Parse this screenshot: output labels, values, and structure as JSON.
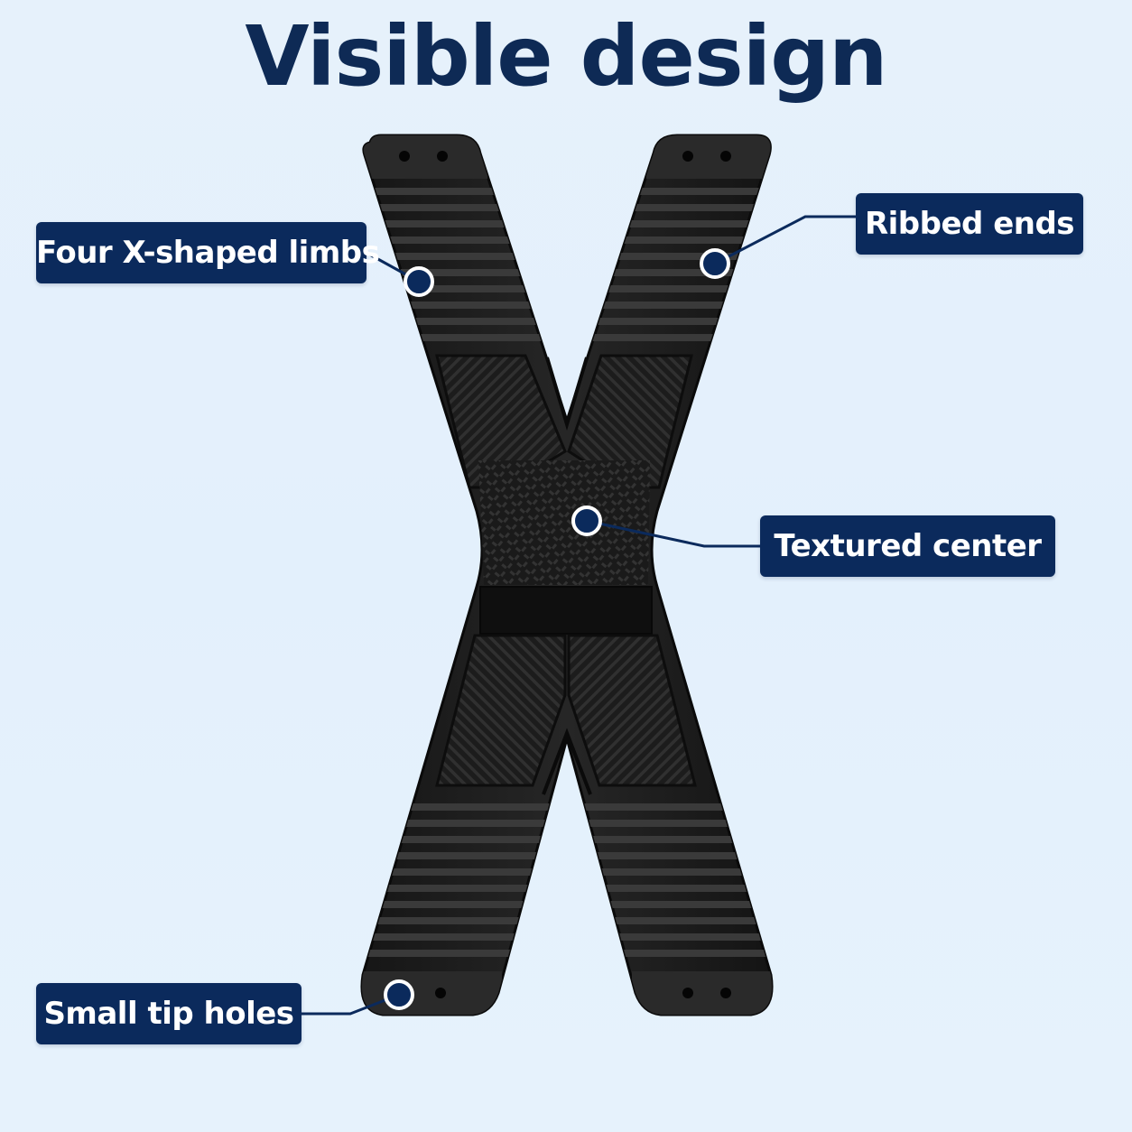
{
  "title": "Visible design",
  "callouts": {
    "limbs": "Four X-shaped limbs",
    "ribbed": "Ribbed ends",
    "center": "Textured center",
    "holes": "Small tip holes"
  },
  "colors": {
    "background": "#e4f0fc",
    "accent": "#0b2a5c",
    "title": "#0e2a55",
    "product": "#1a1a1a"
  }
}
